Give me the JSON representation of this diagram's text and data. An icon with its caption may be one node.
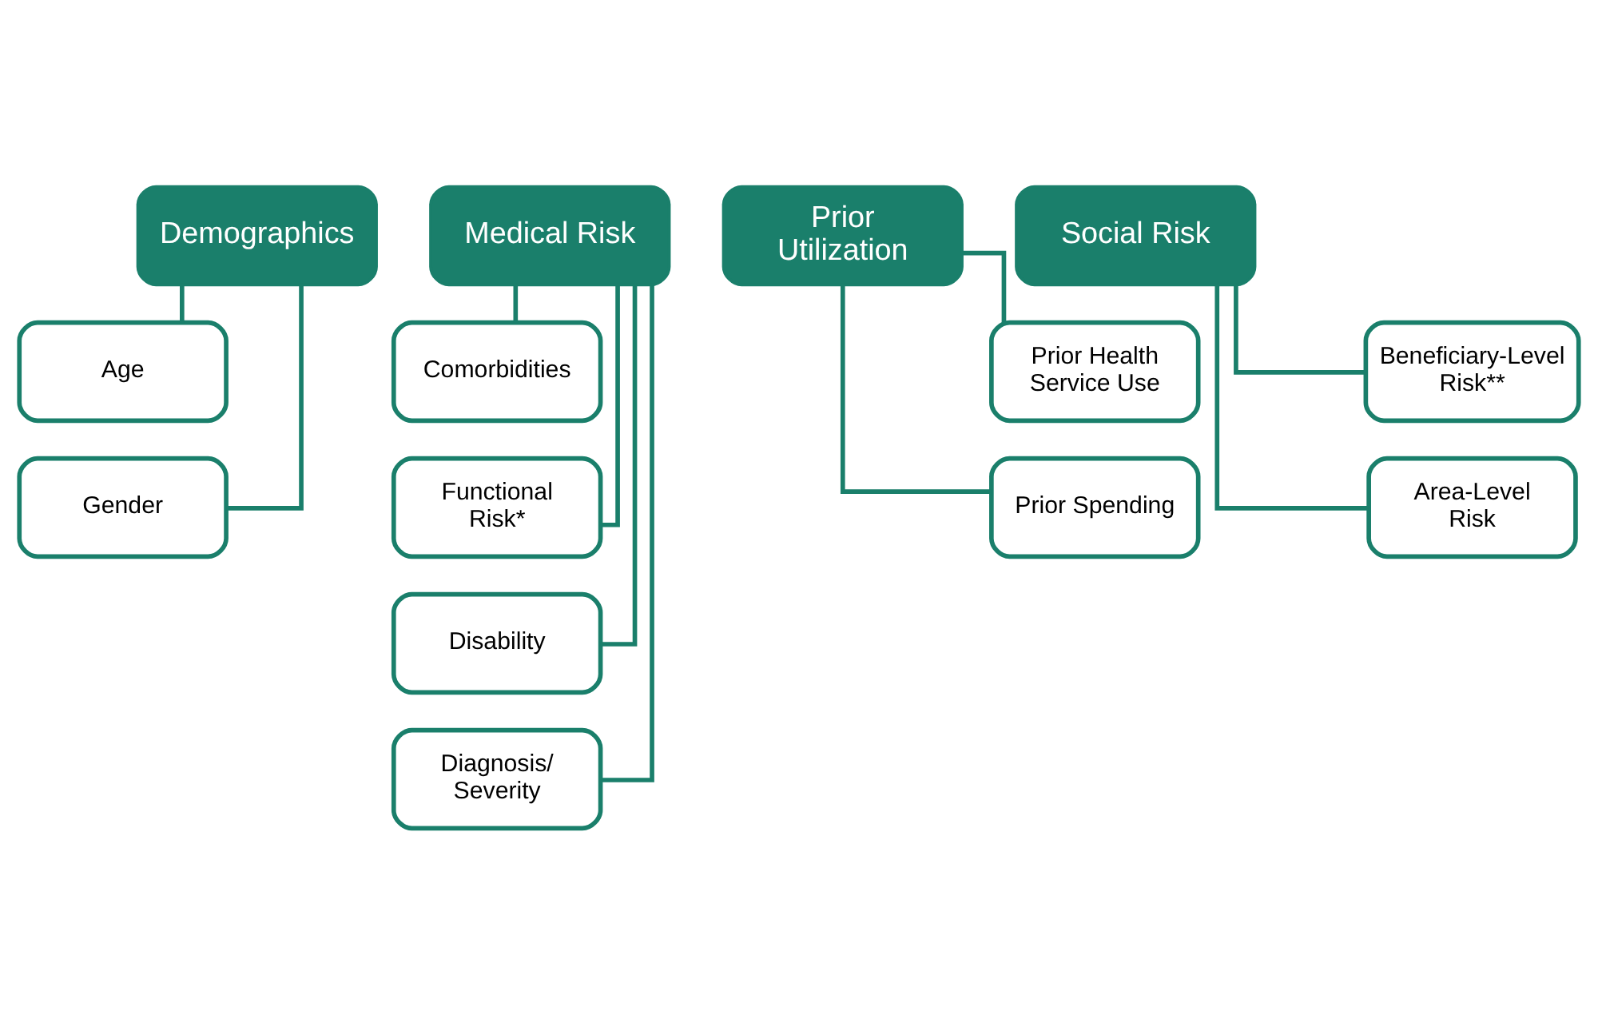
{
  "diagram": {
    "nodes": [
      {
        "text": [
          "Demographics"
        ]
      },
      {
        "text": [
          "Age"
        ]
      },
      {
        "text": [
          "Gender"
        ]
      },
      {
        "text": [
          "Medical Risk"
        ]
      },
      {
        "text": [
          "Comorbidities"
        ]
      },
      {
        "text": [
          "Functional Risk*"
        ]
      },
      {
        "text": [
          "Disability"
        ]
      },
      {
        "text": [
          "Diagnosis/ Severity"
        ]
      },
      {
        "text": [
          "Prior Utilization"
        ]
      },
      {
        "text": [
          "Prior Health Service Use"
        ]
      },
      {
        "text": [
          "Prior Spending"
        ]
      },
      {
        "text": [
          "Social Risk"
        ]
      },
      {
        "text": [
          "Beneficiary-Level Risk**"
        ]
      },
      {
        "text": [
          "Area-Level Risk"
        ]
      }
    ],
    "edges": [
      {
        "from": 0,
        "to": 1,
        "arrow": "none"
      },
      {
        "from": 0,
        "to": 2,
        "arrow": "none"
      },
      {
        "from": 3,
        "to": 4,
        "arrow": "none"
      },
      {
        "from": 3,
        "to": 5,
        "arrow": "none"
      },
      {
        "from": 3,
        "to": 6,
        "arrow": "none"
      },
      {
        "from": 3,
        "to": 7,
        "arrow": "none"
      },
      {
        "from": 8,
        "to": 9,
        "arrow": "none"
      },
      {
        "from": 8,
        "to": 10,
        "arrow": "none"
      },
      {
        "from": 11,
        "to": 12,
        "arrow": "none"
      },
      {
        "from": 11,
        "to": 13,
        "arrow": "none"
      }
    ]
  }
}
